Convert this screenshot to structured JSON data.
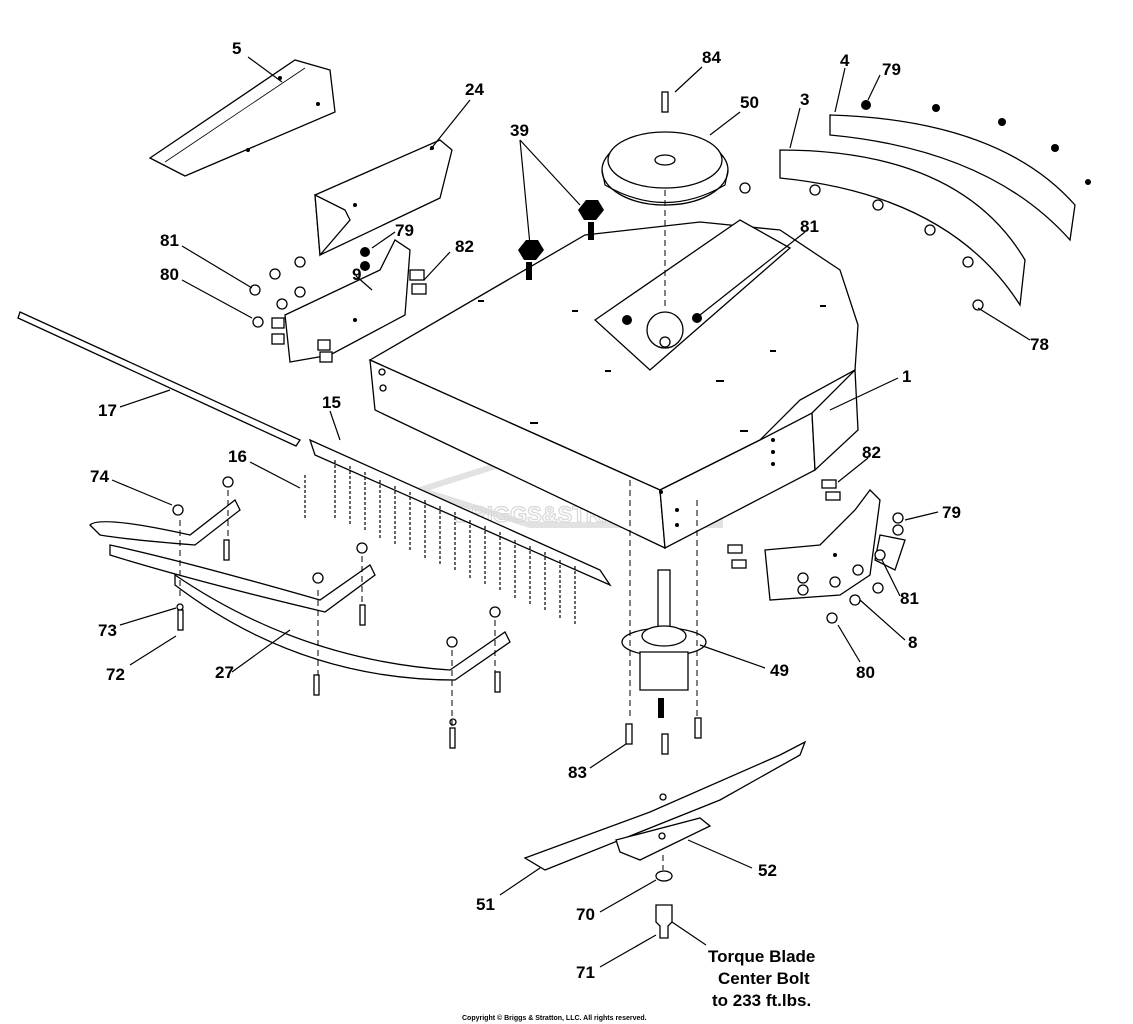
{
  "labels": {
    "l5": "5",
    "l24": "24",
    "l84": "84",
    "l50": "50",
    "l39": "39",
    "l4": "4",
    "l79a": "79",
    "l3": "3",
    "l81a": "81",
    "l79b": "79",
    "l82a": "82",
    "l81b": "81",
    "l80a": "80",
    "l9": "9",
    "l78": "78",
    "l17": "17",
    "l15": "15",
    "l1": "1",
    "l16": "16",
    "l74": "74",
    "l82b": "82",
    "l79c": "79",
    "l81c": "81",
    "l8": "8",
    "l80b": "80",
    "l73": "73",
    "l72": "72",
    "l27": "27",
    "l49": "49",
    "l83": "83",
    "l52": "52",
    "l51": "51",
    "l70": "70",
    "l71": "71"
  },
  "note": {
    "line1": "Torque Blade",
    "line2": "Center Bolt",
    "line3": "to 233 ft.lbs."
  },
  "watermark": "BRIGGS&STRATTON",
  "copyright": "Copyright © Briggs & Stratton, LLC. All rights reserved."
}
